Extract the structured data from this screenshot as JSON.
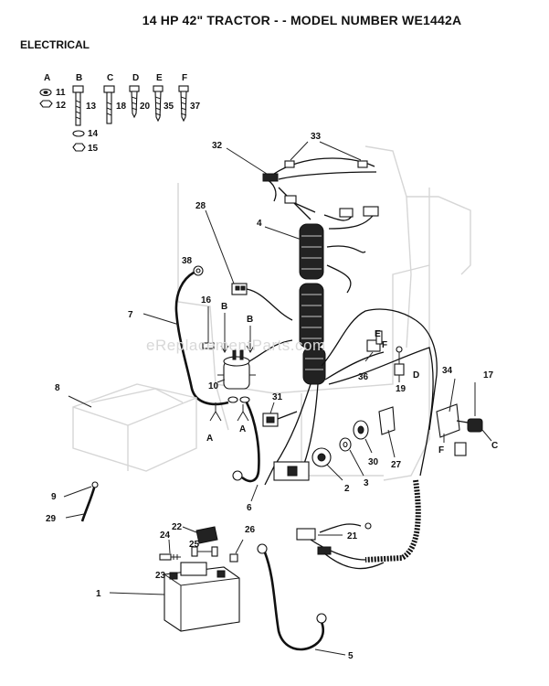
{
  "title": "14 HP 42\" TRACTOR - - MODEL NUMBER WE1442A",
  "section": "ELECTRICAL",
  "watermark": "eReplacementParts.com",
  "hardware": [
    {
      "letter": "A",
      "numbers": [
        "11",
        "12"
      ]
    },
    {
      "letter": "B",
      "numbers": [
        "13",
        "14",
        "15"
      ]
    },
    {
      "letter": "C",
      "numbers": [
        "18"
      ]
    },
    {
      "letter": "D",
      "numbers": [
        "20"
      ]
    },
    {
      "letter": "E",
      "numbers": [
        "35"
      ]
    },
    {
      "letter": "F",
      "numbers": [
        "37"
      ]
    }
  ],
  "callouts": {
    "p1": "1",
    "p2": "2",
    "p3": "3",
    "p4": "4",
    "p5": "5",
    "p6": "6",
    "p7": "7",
    "p8": "8",
    "p9": "9",
    "p10": "10",
    "p16": "16",
    "p17": "17",
    "p19": "19",
    "p21": "21",
    "p22": "22",
    "p23": "23",
    "p24": "24",
    "p25": "25",
    "p26": "26",
    "p27": "27",
    "p28": "28",
    "p29": "29",
    "p30": "30",
    "p31": "31",
    "p32": "32",
    "p33": "33",
    "p34": "34",
    "p36": "36",
    "p38": "38"
  },
  "ref_letters": {
    "b1": "B",
    "b2": "B",
    "a1": "A",
    "a2": "A",
    "c1": "C",
    "d1": "D",
    "e1": "E",
    "f1": "F",
    "f2": "F"
  }
}
